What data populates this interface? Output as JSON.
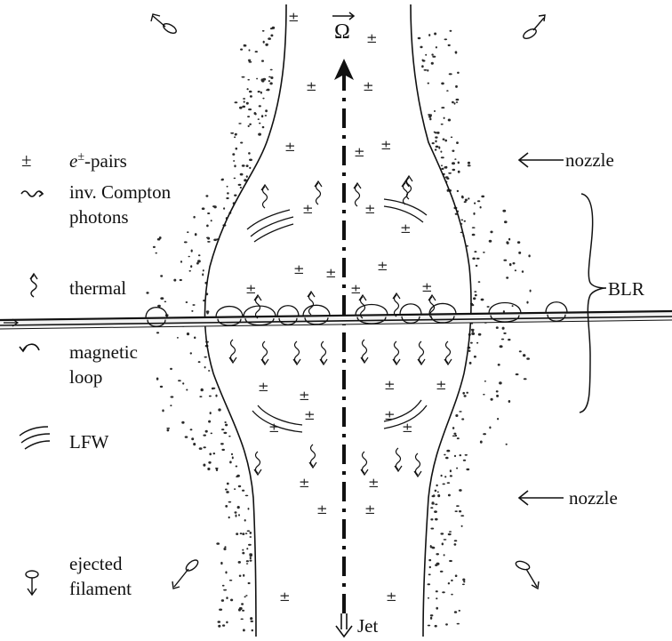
{
  "title_symbol": "Ω",
  "colors": {
    "ink": "#111111",
    "stipple": "#2a2a2a",
    "background": "#ffffff"
  },
  "legend": {
    "pairs_symbol": "±",
    "pairs_base": "e",
    "pairs_sup": "±",
    "pairs_suffix": "-pairs",
    "compton_line1": "inv. Compton",
    "compton_line2": "photons",
    "thermal": "thermal",
    "magnetic_line1": "magnetic",
    "magnetic_line2": "loop",
    "lfw": "LFW",
    "ejected_line1": "ejected",
    "ejected_line2": "filament"
  },
  "annotations": {
    "nozzle_top": "nozzle",
    "nozzle_bottom": "nozzle",
    "blr": "BLR",
    "jet": "Jet"
  },
  "icons": {
    "compton": "wavy-photon-icon",
    "thermal": "thermal-arrow-icon",
    "magnetic": "magnetic-loop-icon",
    "lfw": "lfw-arcs-icon",
    "ejected": "ejected-filament-icon"
  }
}
